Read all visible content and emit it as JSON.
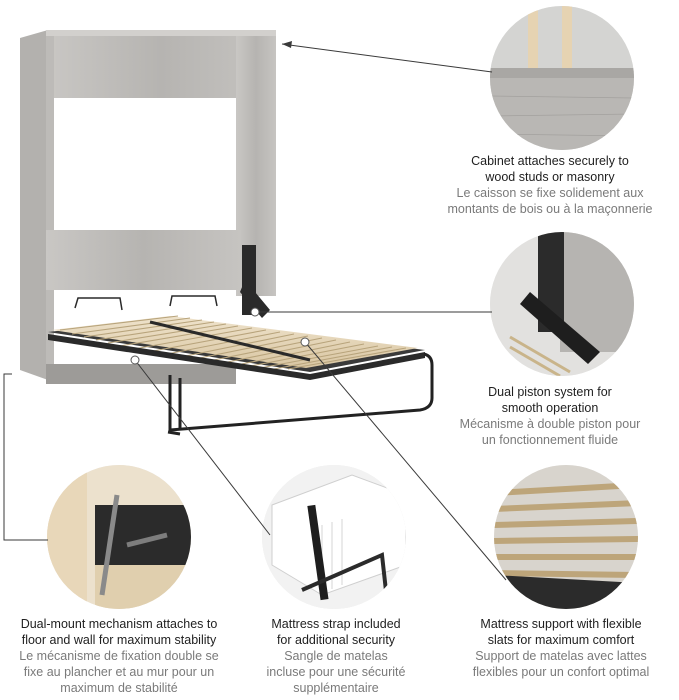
{
  "captions": {
    "cabinet": {
      "en": [
        "Cabinet attaches securely to",
        "wood studs or masonry"
      ],
      "fr": [
        "Le caisson se fixe solidement aux",
        "montants de bois ou à la maçonnerie"
      ]
    },
    "piston": {
      "en": [
        "Dual piston system for",
        "smooth operation"
      ],
      "fr": [
        "Mécanisme à double piston pour",
        "un fonctionnement fluide"
      ]
    },
    "mount": {
      "en": [
        "Dual-mount mechanism attaches to",
        "floor and wall for maximum stability"
      ],
      "fr": [
        "Le mécanisme de fixation double se",
        "fixe au plancher et au mur pour un",
        "maximum de stabilité"
      ]
    },
    "strap": {
      "en": [
        "Mattress strap included",
        "for additional security"
      ],
      "fr": [
        "Sangle de matelas",
        "incluse pour une sécurité",
        "supplémentaire"
      ]
    },
    "slats": {
      "en": [
        "Mattress support with flexible",
        "slats for maximum comfort"
      ],
      "fr": [
        "Support de matelas avec lattes",
        "flexibles pour un confort optimal"
      ]
    }
  }
}
